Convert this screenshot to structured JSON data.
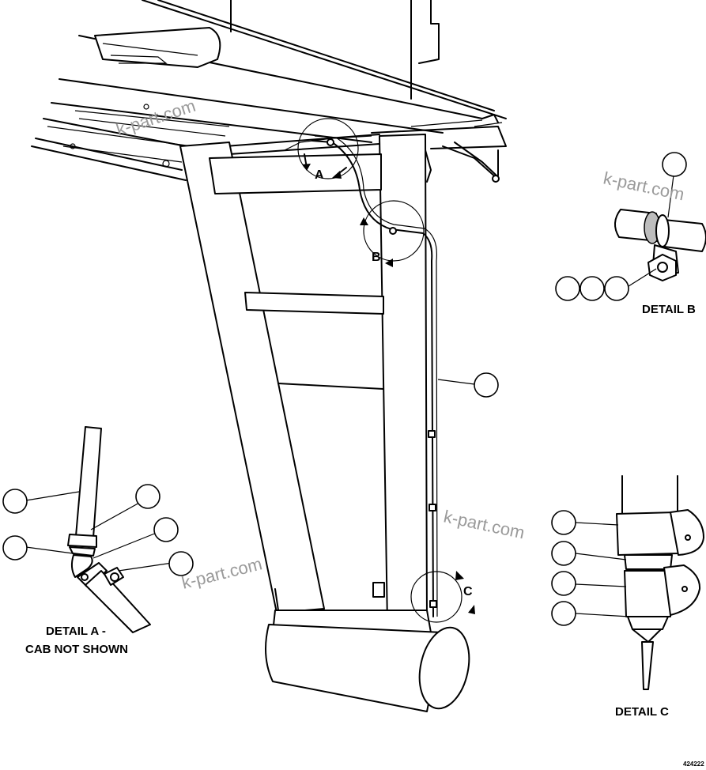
{
  "labels": {
    "a": "A",
    "b": "B",
    "c": "C",
    "detail_b": "DETAIL B",
    "detail_a_line1": "DETAIL A -",
    "detail_a_line2": "CAB NOT SHOWN",
    "detail_c": "DETAIL C",
    "figure_number": "424222"
  },
  "watermark": "k-part.com",
  "colors": {
    "line": "#000000",
    "watermark": "#9a9a9a",
    "background": "#ffffff"
  }
}
